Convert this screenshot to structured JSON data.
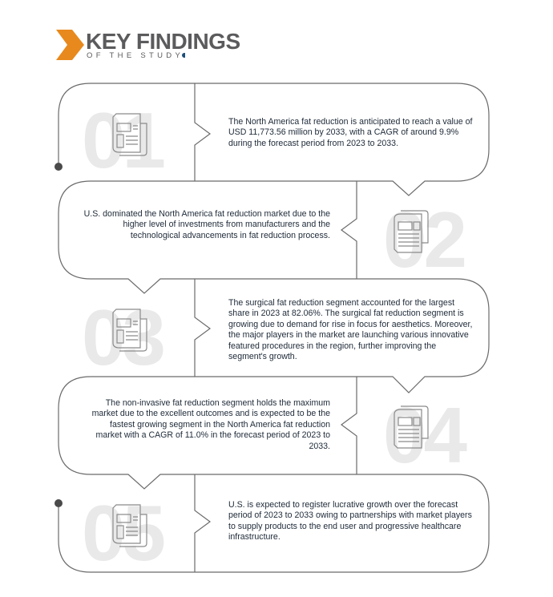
{
  "header": {
    "title": "KEY FINDINGS",
    "subtitle": "OF THE STUDY"
  },
  "colors": {
    "accent": "#e8891d",
    "title": "#5b5b5d",
    "text": "#1e2a38",
    "line": "#6b6b6b",
    "number": "#e9e9e9"
  },
  "findings": [
    {
      "number": "01",
      "icon": "newspaper-icon",
      "text": "The North America fat reduction is anticipated to reach a value of USD 11,773.56 million by 2033, with a CAGR of around 9.9% during the forecast period from 2023 to 2033."
    },
    {
      "number": "02",
      "icon": "newspaper-icon",
      "text": "U.S. dominated the North America fat reduction market due to the higher level of investments from manufacturers and the technological advancements in fat reduction process."
    },
    {
      "number": "03",
      "icon": "newspaper-icon",
      "text": "The surgical fat reduction segment accounted for the largest share in 2023 at 82.06%. The surgical fat reduction segment is growing due to demand for rise in focus for aesthetics. Moreover, the major players in the market are launching various innovative featured procedures in the region, further improving the segment's growth."
    },
    {
      "number": "04",
      "icon": "newspaper-icon",
      "text": "The non-invasive fat reduction segment holds the maximum market due to the excellent outcomes and is expected to be the fastest growing segment in the North America fat reduction market with a CAGR of 11.0% in the forecast period of 2023 to 2033."
    },
    {
      "number": "05",
      "icon": "newspaper-icon",
      "text": "U.S. is expected to register lucrative growth over the forecast period of 2023 to 2033 owing to partnerships with market players to supply products to the end user and progressive healthcare infrastructure."
    }
  ]
}
